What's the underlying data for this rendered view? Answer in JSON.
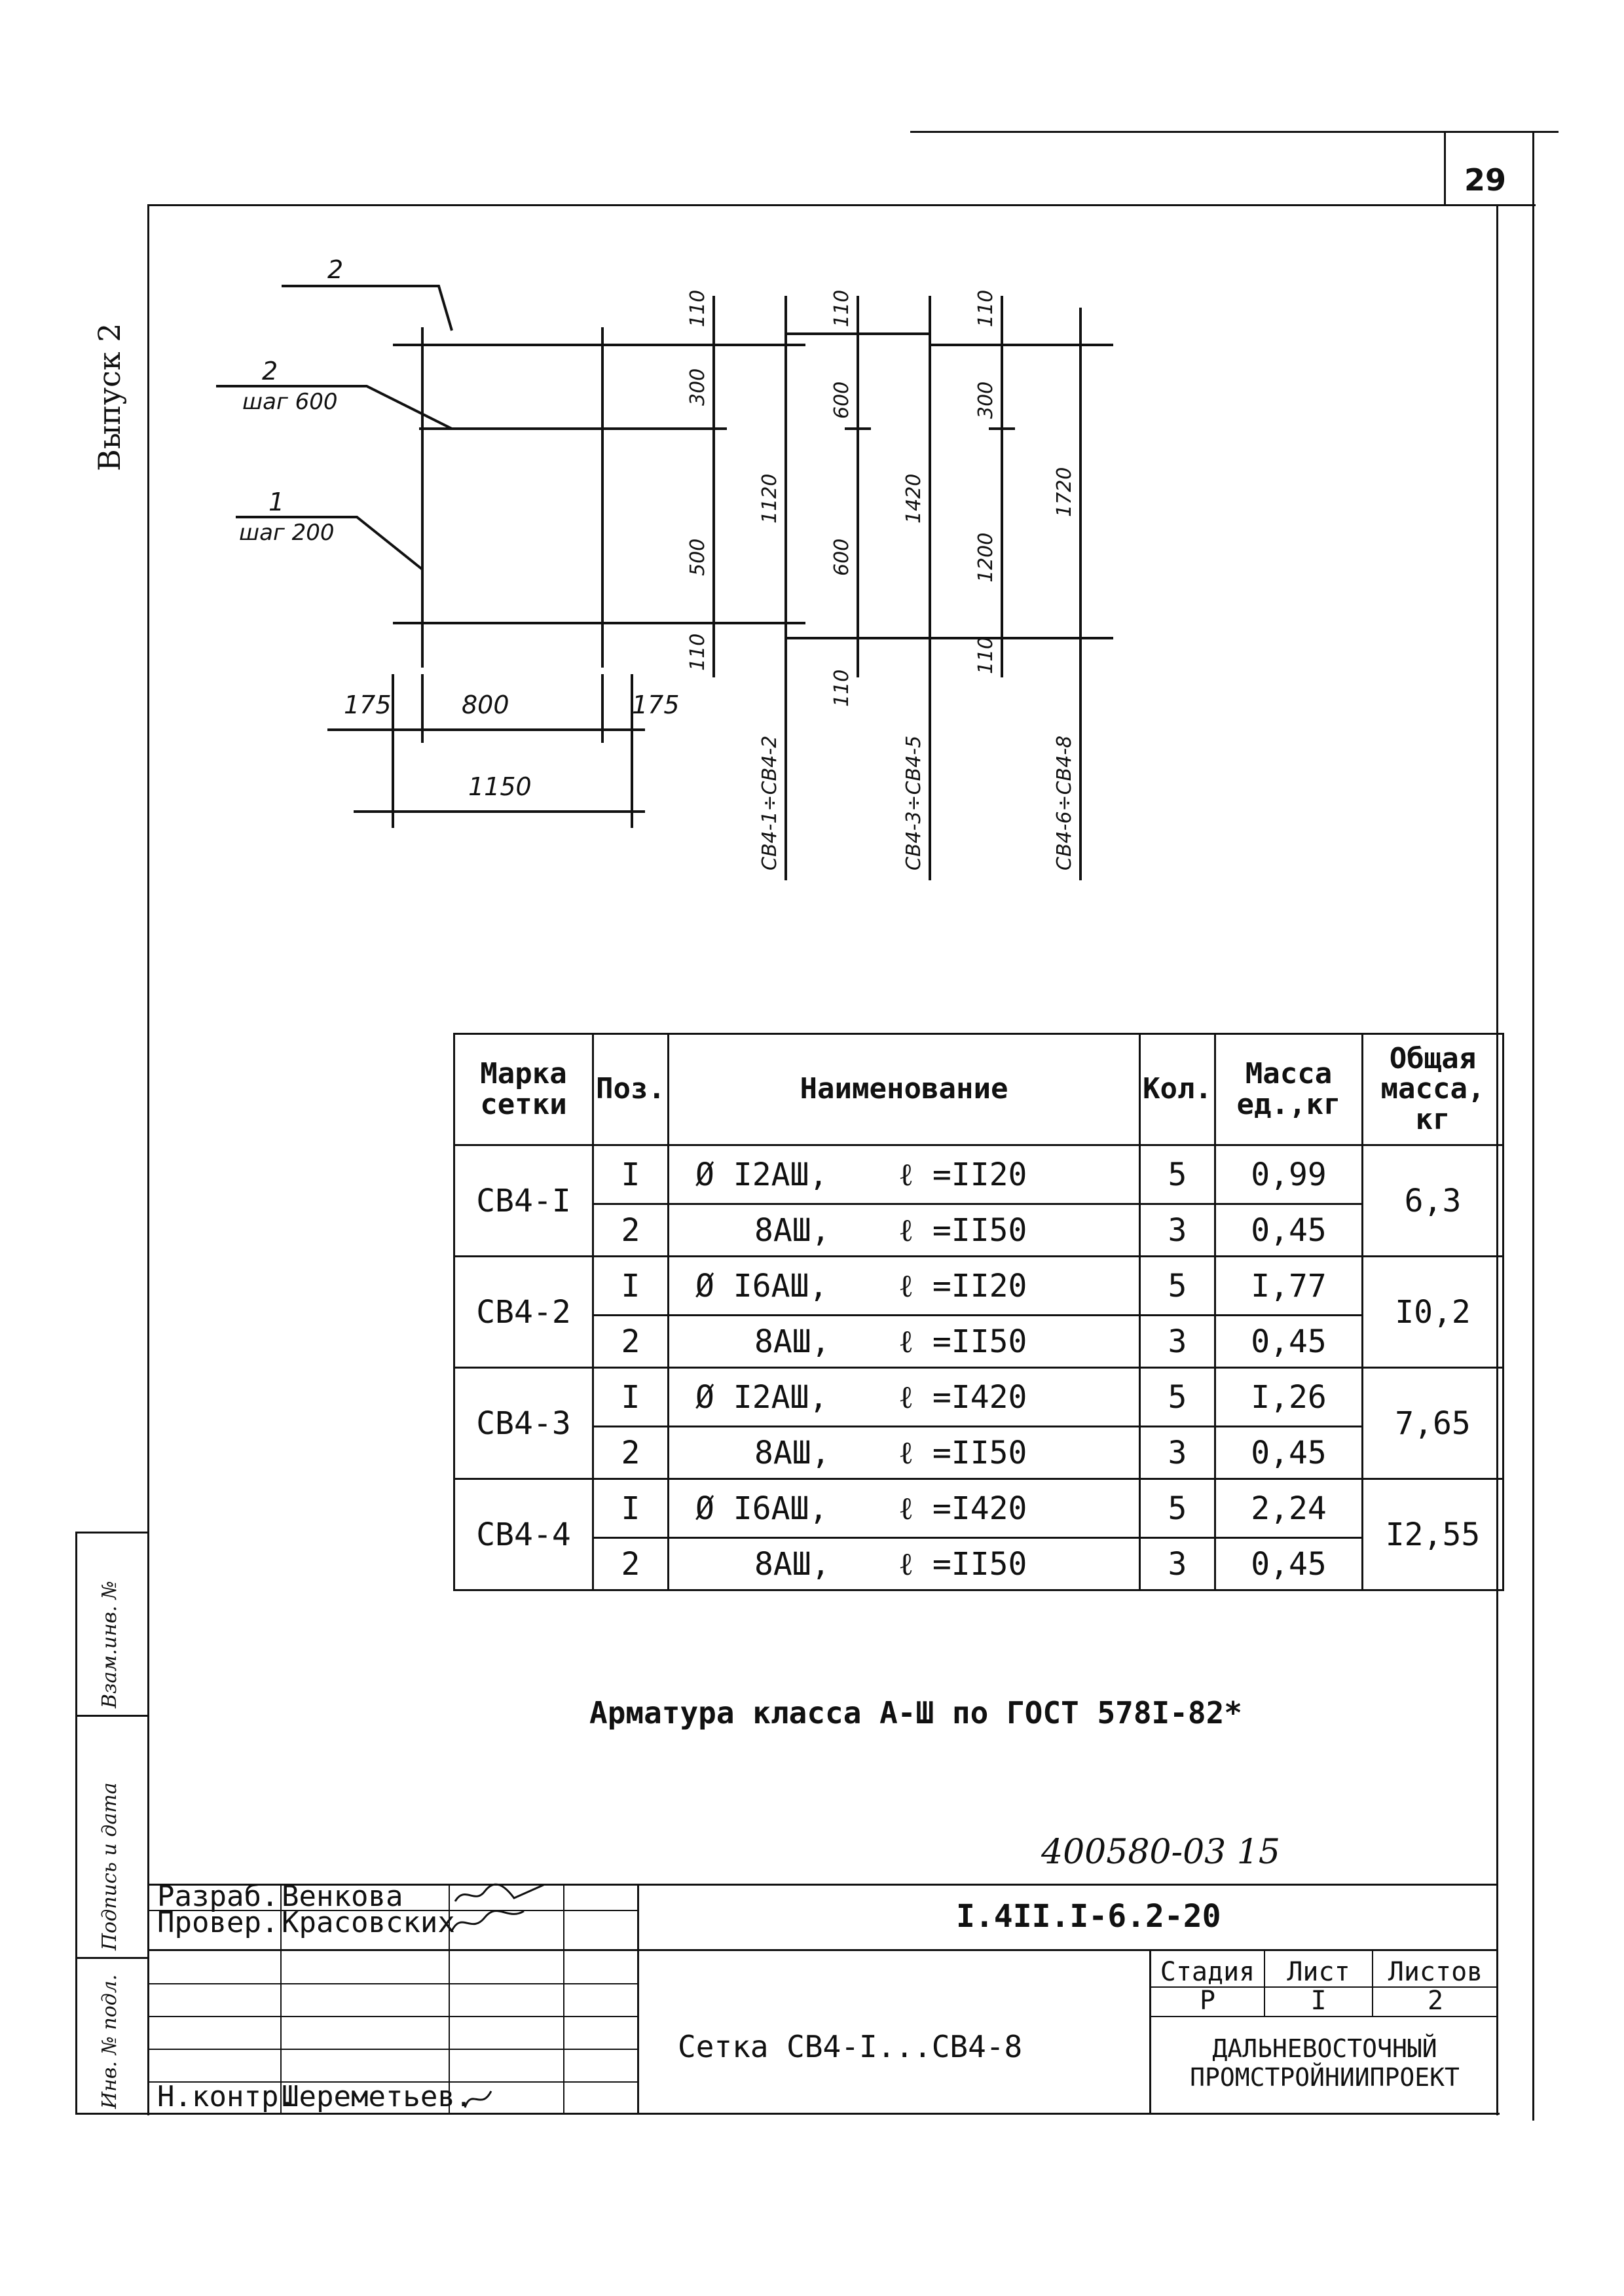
{
  "page_number": "29",
  "series_label": "Выпуск 2",
  "drawing": {
    "callouts": [
      {
        "pos": "2",
        "step": ""
      },
      {
        "pos": "2",
        "step": "шаг 600"
      },
      {
        "pos": "1",
        "step": "шаг 200"
      }
    ],
    "horizontal_dims": [
      "175",
      "800",
      "175",
      "1150"
    ],
    "vertical_dims": {
      "first": [
        "110",
        "300",
        "500",
        "110",
        "1120"
      ],
      "second": [
        "110",
        "600",
        "600",
        "110",
        "1420"
      ],
      "third": [
        "110",
        "300",
        "1200",
        "110",
        "1720"
      ]
    },
    "group_labels": [
      "СВ4-1÷СВ4-2",
      "СВ4-3÷СВ4-5",
      "СВ4-6÷СВ4-8"
    ]
  },
  "spec_table": {
    "headers": [
      "Марка сетки",
      "Поз.",
      "Наименование",
      "Кол.",
      "Масса ед.,кг",
      "Общая масса, кг"
    ],
    "rows": [
      {
        "mark": "СВ4-I",
        "total": "6,3",
        "items": [
          {
            "pos": "I",
            "dia": "Ø I2AШ,",
            "len": "ℓ =II20",
            "qty": "5",
            "mass": "0,99"
          },
          {
            "pos": "2",
            "dia": "8AШ,",
            "len": "ℓ =II50",
            "qty": "3",
            "mass": "0,45"
          }
        ]
      },
      {
        "mark": "СВ4-2",
        "total": "I0,2",
        "items": [
          {
            "pos": "I",
            "dia": "Ø I6AШ,",
            "len": "ℓ =II20",
            "qty": "5",
            "mass": "I,77"
          },
          {
            "pos": "2",
            "dia": "8AШ,",
            "len": "ℓ =II50",
            "qty": "3",
            "mass": "0,45"
          }
        ]
      },
      {
        "mark": "СВ4-3",
        "total": "7,65",
        "items": [
          {
            "pos": "I",
            "dia": "Ø I2AШ,",
            "len": "ℓ =I420",
            "qty": "5",
            "mass": "I,26"
          },
          {
            "pos": "2",
            "dia": "8AШ,",
            "len": "ℓ =II50",
            "qty": "3",
            "mass": "0,45"
          }
        ]
      },
      {
        "mark": "СВ4-4",
        "total": "I2,55",
        "items": [
          {
            "pos": "I",
            "dia": "Ø I6AШ,",
            "len": "ℓ =I420",
            "qty": "5",
            "mass": "2,24"
          },
          {
            "pos": "2",
            "dia": "8AШ,",
            "len": "ℓ =II50",
            "qty": "3",
            "mass": "0,45"
          }
        ]
      }
    ]
  },
  "note": "Арматура класса А-Ш по ГОСТ 578I-82*",
  "handwritten_code": "400580-03   15",
  "side_stamps": [
    "Взам.инв. №",
    "Подпись и дата",
    "Инв. № подл."
  ],
  "title_block": {
    "signatures": [
      {
        "role": "Разраб.",
        "name": "Венкова"
      },
      {
        "role": "Провер.",
        "name": "Красовских"
      },
      {
        "role": "Н.контр.",
        "name": "Шереметьев."
      }
    ],
    "doc_code": "I.4II.I-6.2-20",
    "sheet_title": "Сетка СВ4-I...СВ4-8",
    "stage_header": "Стадия",
    "sheet_header": "Лист",
    "sheets_header": "Листов",
    "stage": "Р",
    "sheet": "I",
    "sheets": "2",
    "org_line1": "ДАЛЬНЕВОСТОЧНЫЙ",
    "org_line2": "ПРОМСТРОЙНИИПРОЕКТ"
  }
}
